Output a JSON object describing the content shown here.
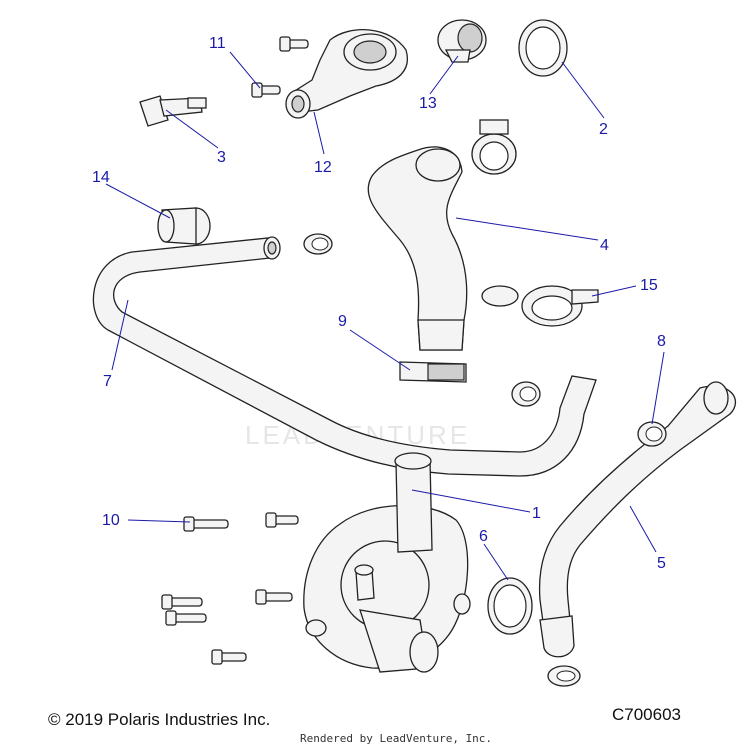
{
  "watermark": "LEADVENTURE",
  "callouts": [
    {
      "num": "1"
    },
    {
      "num": "2"
    },
    {
      "num": "3"
    },
    {
      "num": "4"
    },
    {
      "num": "5"
    },
    {
      "num": "6"
    },
    {
      "num": "7"
    },
    {
      "num": "8"
    },
    {
      "num": "9"
    },
    {
      "num": "10"
    },
    {
      "num": "11"
    },
    {
      "num": "12"
    },
    {
      "num": "13"
    },
    {
      "num": "14"
    },
    {
      "num": "15"
    }
  ],
  "footer": {
    "copyright": "© 2019 Polaris Industries Inc.",
    "code": "C700603",
    "rendered_by": "Rendered by LeadVenture, Inc."
  },
  "colors": {
    "callout": "#1a1aa8",
    "line": "#222222"
  }
}
